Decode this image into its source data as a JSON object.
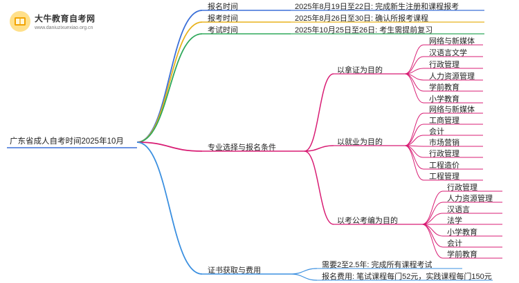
{
  "brand": {
    "name": "大牛教育自考网",
    "url": "www.daniuzixuexiao.org.cn",
    "icon": "book-icon"
  },
  "root": "广东省成人自考时间2025年10月",
  "branches": {
    "b1": {
      "label": "报名时间",
      "detail": "2025年8月19日至22日: 完成新生注册和课程报考",
      "color": "#3a6fd8"
    },
    "b2": {
      "label": "报考时间",
      "detail": "2025年8月26日至30日: 确认所报考课程",
      "color": "#e8b21c"
    },
    "b3": {
      "label": "考试时间",
      "detail": "2025年10月25日至26日: 考生需提前复习",
      "color": "#2ea85a"
    },
    "b4": {
      "label": "专业选择与报名条件",
      "color": "#d81b73",
      "groups": [
        {
          "label": "以拿证为目的",
          "items": [
            "网络与新媒体",
            "汉语言文学",
            "行政管理",
            "人力资源管理",
            "学前教育",
            "小学教育"
          ]
        },
        {
          "label": "以就业为目的",
          "items": [
            "网络与新媒体",
            "工商管理",
            "会计",
            "市场营销",
            "行政管理",
            "工程造价",
            "工程管理"
          ]
        },
        {
          "label": "以考公考编为目的",
          "items": [
            "行政管理",
            "人力资源管理",
            "汉语言",
            "法学",
            "小学教育",
            "会计",
            "学前教育"
          ]
        }
      ]
    },
    "b5": {
      "label": "证书获取与费用",
      "color": "#3a8fe0",
      "items": [
        "需要2至2.5年: 完成所有课程考试",
        "报名费用: 笔试课程每门52元，实践课程每门150元"
      ]
    }
  }
}
